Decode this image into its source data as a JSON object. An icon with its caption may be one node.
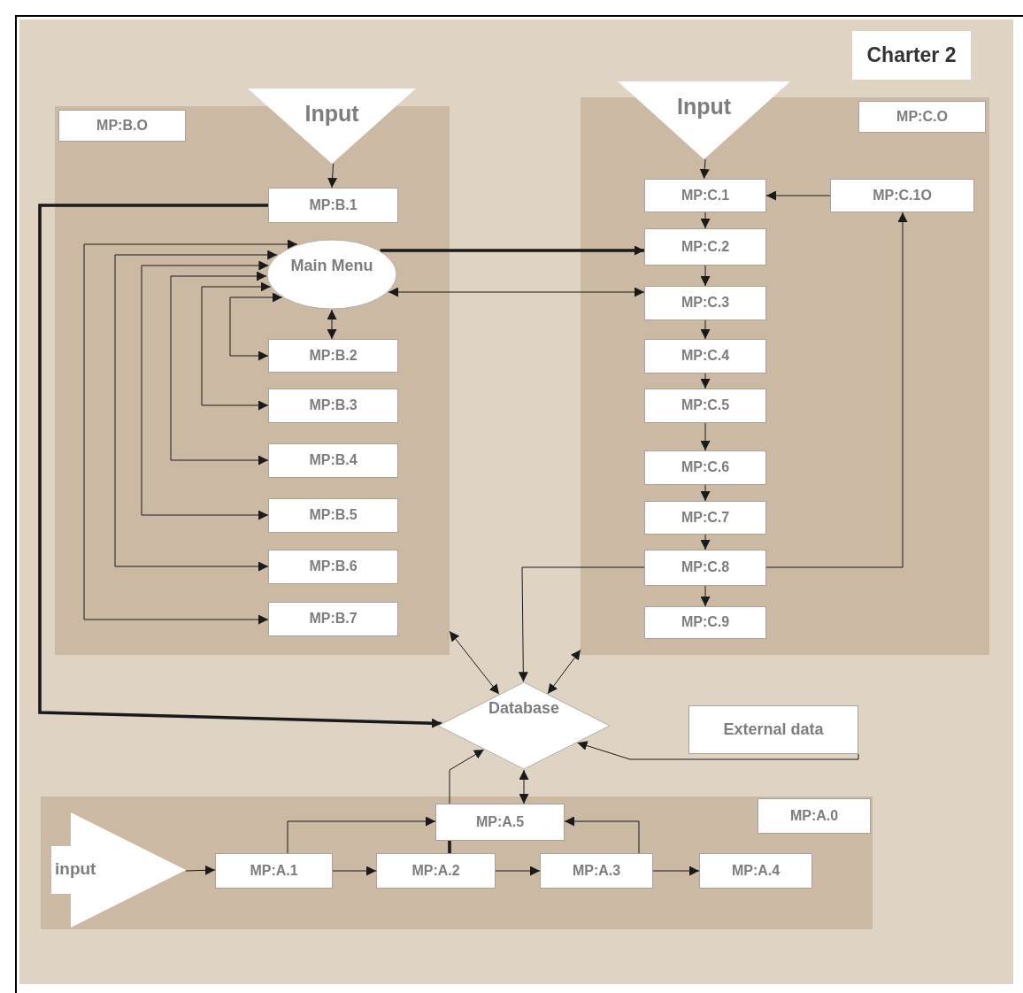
{
  "diagram": {
    "title": "Charter 2",
    "nodes": [
      {
        "text": [],
        "shape": "box"
      },
      {
        "text": [
          "MP:B.O"
        ],
        "in": 0
      },
      {
        "text": [
          "Input"
        ]
      },
      {
        "text": [
          "MP:B.1"
        ],
        "in": 0
      },
      {
        "text": [
          "Main Menu"
        ],
        "in": 0
      },
      {
        "text": [
          "MP:B.2"
        ],
        "in": 0
      },
      {
        "text": [
          "MP:B.3"
        ],
        "in": 0
      },
      {
        "text": [
          "MP:B.4"
        ],
        "in": 0
      },
      {
        "text": [
          "MP:B.5"
        ],
        "in": 0
      },
      {
        "text": [
          "MP:B.6"
        ],
        "in": 0
      },
      {
        "text": [
          "MP:B.7"
        ],
        "in": 0
      },
      {
        "text": [],
        "shape": "box"
      },
      {
        "text": [
          "Input"
        ]
      },
      {
        "text": [
          "MP:C.O"
        ],
        "in": 11
      },
      {
        "text": [
          "MP:C.1O"
        ],
        "in": 11
      },
      {
        "text": [
          "MP:C.1"
        ],
        "in": 11
      },
      {
        "text": [
          "MP:C.2"
        ],
        "in": 11
      },
      {
        "text": [
          "MP:C.3"
        ],
        "in": 11
      },
      {
        "text": [
          "MP:C.4"
        ],
        "in": 11
      },
      {
        "text": [
          "MP:C.5"
        ],
        "in": 11
      },
      {
        "text": [
          "MP:C.6"
        ],
        "in": 11
      },
      {
        "text": [
          "MP:C.7"
        ],
        "in": 11
      },
      {
        "text": [
          "MP:C.8"
        ],
        "in": 11
      },
      {
        "text": [
          "MP:C.9"
        ],
        "in": 11
      },
      {
        "text": [
          "Database"
        ]
      },
      {
        "text": [
          "External data"
        ]
      },
      {
        "text": [],
        "shape": "box"
      },
      {
        "text": [
          "input"
        ],
        "in": 26
      },
      {
        "text": [
          "MP:A.0"
        ],
        "in": 26
      },
      {
        "text": [
          "MP:A.5"
        ],
        "in": 26
      },
      {
        "text": [
          "MP:A.1"
        ],
        "in": 26
      },
      {
        "text": [
          "MP:A.2"
        ],
        "in": 26
      },
      {
        "text": [
          "MP:A.3"
        ],
        "in": 26
      },
      {
        "text": [
          "MP:A.4"
        ],
        "in": 26
      }
    ],
    "edges": [
      {
        "from": 2,
        "to": 3,
        "arrow": "to"
      },
      {
        "from": 4,
        "to": 5,
        "arrow": "both"
      },
      {
        "from": 4,
        "to": 5,
        "arrow": "both"
      },
      {
        "from": 4,
        "to": 6,
        "arrow": "both"
      },
      {
        "from": 4,
        "to": 7,
        "arrow": "both"
      },
      {
        "from": 4,
        "to": 8,
        "arrow": "both"
      },
      {
        "from": 4,
        "to": 9,
        "arrow": "both"
      },
      {
        "from": 4,
        "to": 10,
        "arrow": "both"
      },
      {
        "from": 3,
        "to": 24,
        "arrow": "to",
        "style": "thick"
      },
      {
        "from": 4,
        "to": 16,
        "arrow": "to",
        "style": "thick"
      },
      {
        "from": 4,
        "to": 17,
        "arrow": "both"
      },
      {
        "from": 12,
        "to": 15,
        "arrow": "to"
      },
      {
        "from": 15,
        "to": 16,
        "arrow": "to"
      },
      {
        "from": 16,
        "to": 17,
        "arrow": "to"
      },
      {
        "from": 17,
        "to": 18,
        "arrow": "to"
      },
      {
        "from": 18,
        "to": 19,
        "arrow": "to"
      },
      {
        "from": 19,
        "to": 20,
        "arrow": "to"
      },
      {
        "from": 20,
        "to": 21,
        "arrow": "to"
      },
      {
        "from": 21,
        "to": 22,
        "arrow": "to"
      },
      {
        "from": 22,
        "to": 23,
        "arrow": "to"
      },
      {
        "from": 14,
        "to": 15,
        "arrow": "to"
      },
      {
        "from": 22,
        "to": 14,
        "arrow": "to"
      },
      {
        "from": 22,
        "to": 24,
        "arrow": "to"
      },
      {
        "from": 0,
        "to": 24,
        "arrow": "both"
      },
      {
        "from": 11,
        "to": 24,
        "arrow": "both"
      },
      {
        "from": 25,
        "to": 24,
        "arrow": "to"
      },
      {
        "from": 24,
        "to": 29,
        "arrow": "both"
      },
      {
        "from": 29,
        "to": 24,
        "arrow": "to"
      },
      {
        "from": 31,
        "to": 29,
        "arrow": "none",
        "style": "thick"
      },
      {
        "from": 30,
        "to": 29,
        "arrow": "to"
      },
      {
        "from": 32,
        "to": 29,
        "arrow": "to"
      },
      {
        "from": 27,
        "to": 30,
        "arrow": "to"
      },
      {
        "from": 30,
        "to": 31,
        "arrow": "to"
      },
      {
        "from": 31,
        "to": 32,
        "arrow": "to"
      },
      {
        "from": 32,
        "to": 33,
        "arrow": "to"
      }
    ]
  }
}
